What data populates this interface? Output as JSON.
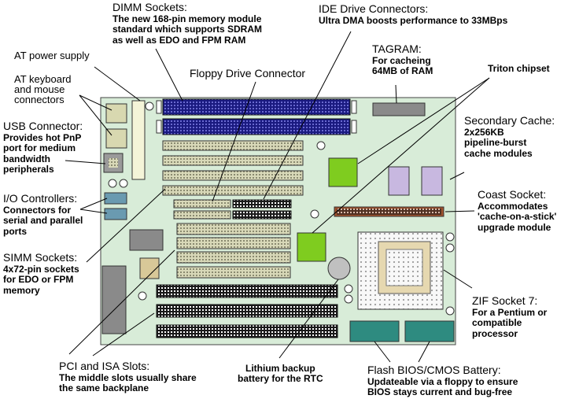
{
  "labels": {
    "dimm": {
      "title": "DIMM Sockets:",
      "lines": [
        "The new 168-pin memory module",
        "standard which supports SDRAM",
        "as well as EDO and FPM RAM"
      ]
    },
    "ide": {
      "title": "IDE Drive Connectors:",
      "lines": [
        "Ultra DMA boosts performance to 33MBps"
      ]
    },
    "at_power": {
      "title": "AT power supply",
      "lines": []
    },
    "tagram": {
      "title": "TAGRAM:",
      "lines": [
        "For cacheing",
        "64MB of RAM"
      ]
    },
    "at_keyboard": {
      "title": "",
      "lines": [
        "AT keyboard",
        "and mouse",
        "connectors"
      ]
    },
    "floppy": {
      "title": "Floppy Drive Connector",
      "lines": []
    },
    "triton": {
      "title": "",
      "lines": [
        "Triton chipset"
      ]
    },
    "usb": {
      "title": "USB Connector:",
      "lines": [
        "Provides hot PnP",
        "port for medium",
        "bandwidth",
        "peripherals"
      ]
    },
    "cache": {
      "title": "Secondary Cache:",
      "lines": [
        "2x256KB",
        "pipeline-burst",
        "cache modules"
      ]
    },
    "io": {
      "title": "I/O Controllers:",
      "lines": [
        "Connectors for",
        "serial and parallel",
        "ports"
      ]
    },
    "coast": {
      "title": "Coast Socket:",
      "lines": [
        "Accommodates",
        "'cache-on-a-stick'",
        "upgrade module"
      ]
    },
    "simm": {
      "title": "SIMM Sockets:",
      "lines": [
        "4x72-pin sockets",
        "for EDO or FPM",
        "memory"
      ]
    },
    "zif": {
      "title": "ZIF Socket 7:",
      "lines": [
        "For a Pentium or",
        "compatible",
        "processor"
      ]
    },
    "pci": {
      "title": "PCI and ISA Slots:",
      "lines": [
        "The middle slots usually share",
        "the same backplane"
      ]
    },
    "battery": {
      "title": "",
      "lines": [
        "Lithium backup",
        "battery for the RTC"
      ]
    },
    "bios": {
      "title": "Flash BIOS/CMOS Battery:",
      "lines": [
        "Updateable via a floppy to ensure",
        "BIOS stays current and bug-free"
      ]
    }
  },
  "colors": {
    "board": "#d8ecd8",
    "dimm": "#1a1a80",
    "simm": "#d8d8b8",
    "pci": "#f4f4d8",
    "isa": "#1a1a1a",
    "chipset": "#7fcc1f",
    "cache_chip": "#c8b8e0",
    "coast": "#a0522d",
    "zif": "#f8f8f8",
    "cpu": "#e6d8b0",
    "bios": "#2e8b80",
    "io": "#6a9ab0"
  }
}
